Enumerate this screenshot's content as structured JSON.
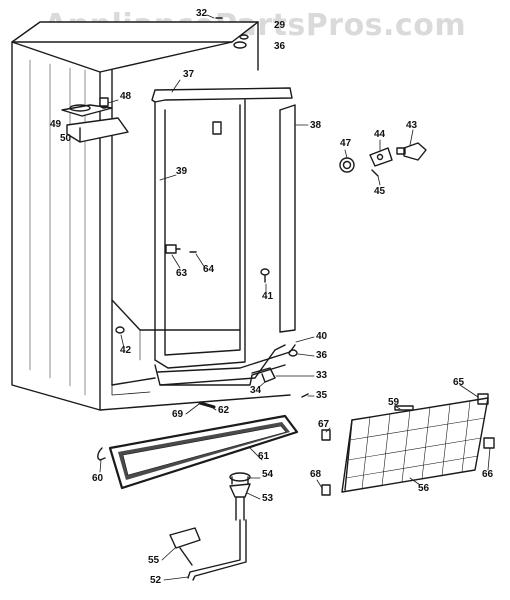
{
  "watermark": "AppliancePartsPros.com",
  "colors": {
    "line": "#1a1a1a",
    "watermark": "#cdcdcd",
    "background": "#ffffff"
  },
  "callouts": {
    "c32": "32",
    "c29": "29",
    "c36a": "36",
    "c37": "37",
    "c48": "48",
    "c49": "49",
    "c50": "50",
    "c38": "38",
    "c39": "39",
    "c47": "47",
    "c44": "44",
    "c43": "43",
    "c45": "45",
    "c63": "63",
    "c64": "64",
    "c41": "41",
    "c42": "42",
    "c40": "40",
    "c36b": "36",
    "c33": "33",
    "c34": "34",
    "c35": "35",
    "c62": "62",
    "c69": "69",
    "c65": "65",
    "c59": "59",
    "c67": "67",
    "c60": "60",
    "c61": "61",
    "c54": "54",
    "c53": "53",
    "c68": "68",
    "c56": "56",
    "c66": "66",
    "c55": "55",
    "c52": "52"
  }
}
